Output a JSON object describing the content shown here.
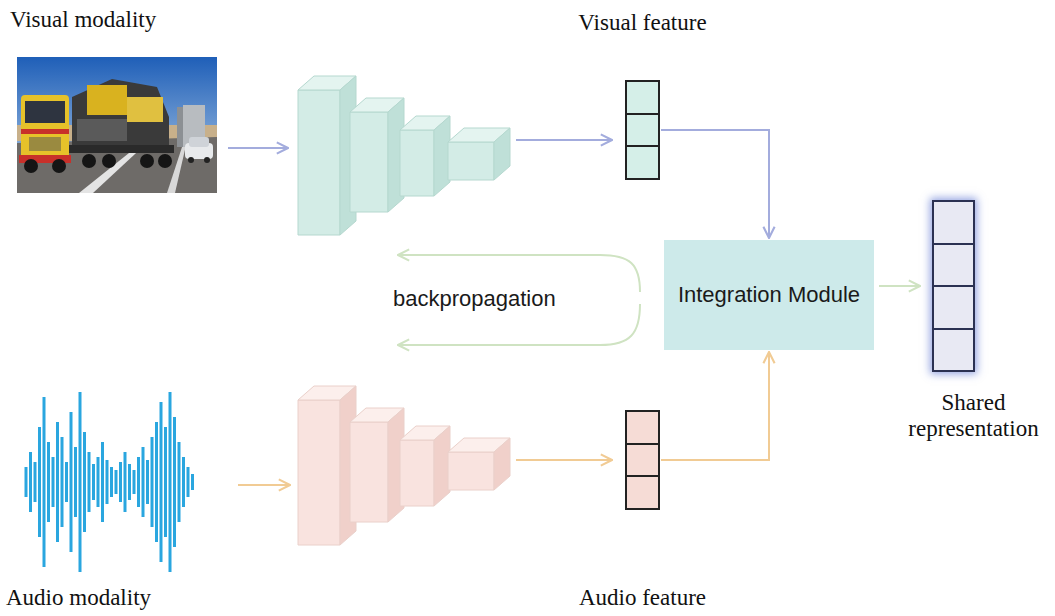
{
  "diagram": {
    "nodes": [
      {
        "text": [
          "Visual modality"
        ]
      },
      {
        "text": [
          "Visual feature"
        ]
      },
      {
        "text": [
          "Integration Module"
        ]
      },
      {
        "text": [
          "Shared representation"
        ]
      },
      {
        "text": [
          "Audio modality"
        ]
      },
      {
        "text": [
          "Audio feature"
        ]
      }
    ],
    "edges": [
      {
        "from": 1,
        "to": 2,
        "arrow": "to"
      },
      {
        "from": 5,
        "to": 2,
        "arrow": "to"
      },
      {
        "from": 2,
        "to": 3,
        "arrow": "to"
      }
    ],
    "labels": [
      "backpropagation"
    ]
  }
}
